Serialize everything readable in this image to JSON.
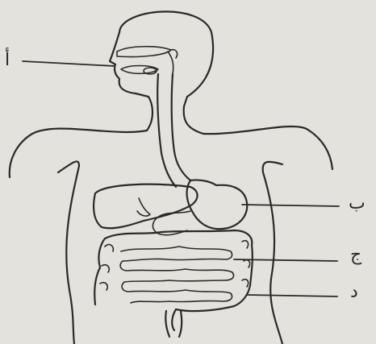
{
  "labels": {
    "a": "أ",
    "b": "ب",
    "c": "ج",
    "d": "د"
  },
  "colors": {
    "background": "#e4e2dc",
    "ink": "#2a2a2a"
  }
}
